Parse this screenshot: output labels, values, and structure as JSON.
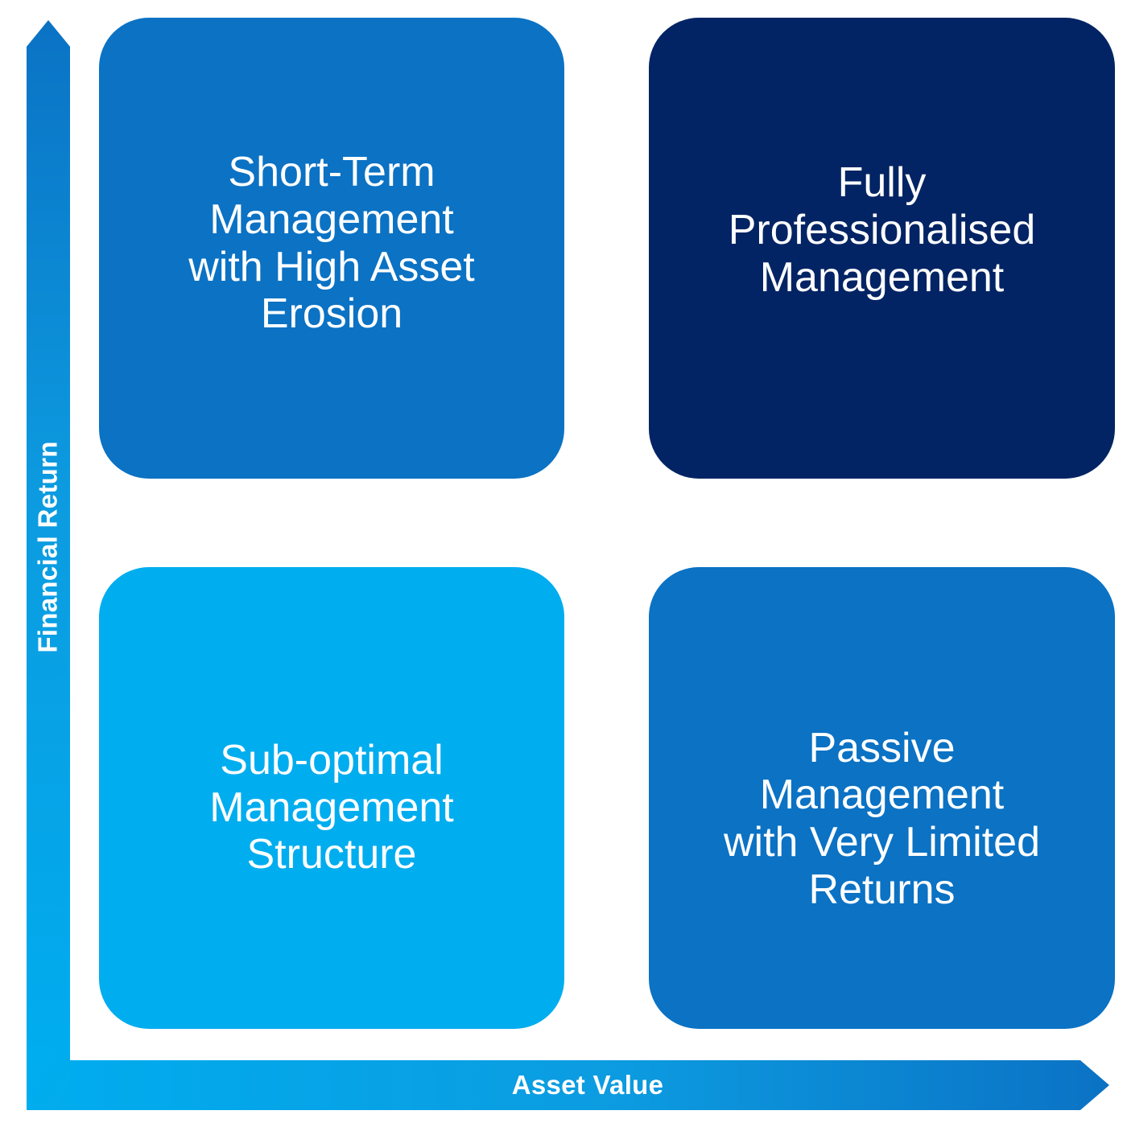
{
  "diagram": {
    "type": "2x2-matrix",
    "axes": {
      "y": {
        "label": "Financial Return",
        "direction": "increasing-upward"
      },
      "x": {
        "label": "Asset Value",
        "direction": "increasing-rightward"
      }
    },
    "quadrants": [
      {
        "id": "top-left",
        "position": "high-financial-return / low-asset-value",
        "label": "Short-Term\nManagement\nwith High Asset\nErosion",
        "color": "#0B72C4",
        "icon": null
      },
      {
        "id": "top-right",
        "position": "high-financial-return / high-asset-value",
        "label": "Fully\nProfessionalised\nManagement",
        "color": "#032464",
        "icon": "gears-icon"
      },
      {
        "id": "bottom-left",
        "position": "low-financial-return / low-asset-value",
        "label": "Sub-optimal\nManagement\nStructure",
        "color": "#00ADEF",
        "icon": null
      },
      {
        "id": "bottom-right",
        "position": "low-financial-return / high-asset-value",
        "label": "Passive\nManagement\nwith Very Limited\nReturns",
        "color": "#0B72C4",
        "icon": null
      }
    ],
    "colors": {
      "navy": "#032464",
      "blue": "#0B72C4",
      "cyan": "#00ADEF",
      "text_on_fill": "#FFFFFF",
      "background": "#FFFFFF"
    }
  }
}
